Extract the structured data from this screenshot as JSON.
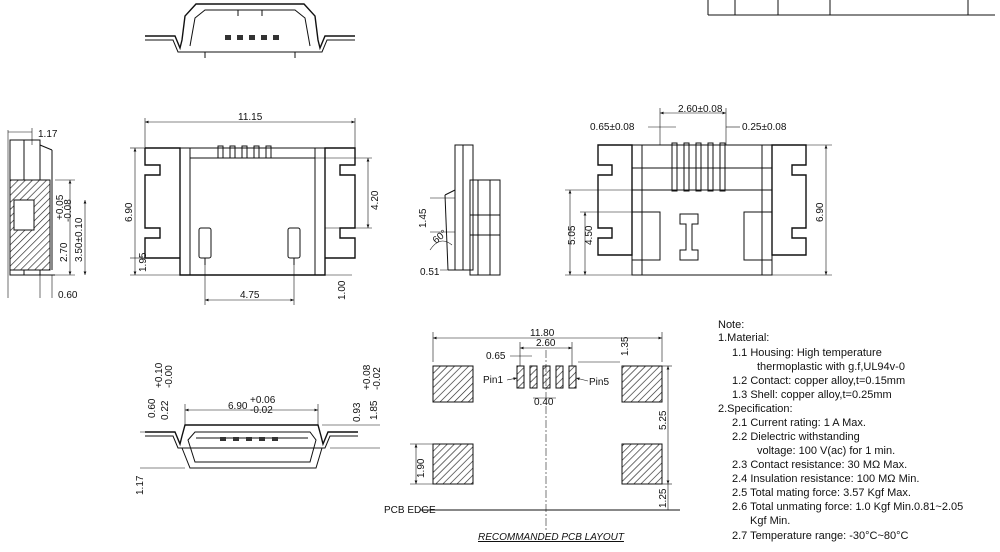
{
  "top_view_dims": {
    "d_1115": "11.15",
    "d_690": "6.90",
    "d_420": "4.20",
    "d_195": "1.95",
    "d_475": "4.75",
    "d_100": "1.00"
  },
  "left_view_dims": {
    "d_117": "1.17",
    "d_060": "0.60",
    "d_270": "2.70",
    "d_plus005": "+0.05",
    "d_minus008": "-0.08",
    "d_350": "3.50±0.10"
  },
  "side_view_dims": {
    "d_145": "1.45",
    "d_60deg": "60°",
    "d_051": "0.51"
  },
  "right_view_dims": {
    "d_260": "2.60±0.08",
    "d_065": "0.65±0.08",
    "d_025": "0.25±0.08",
    "d_505": "5.05",
    "d_450": "4.50",
    "d_690": "6.90"
  },
  "front_view_dims": {
    "d_690": "6.90",
    "d_690_tol_plus": "+0.06",
    "d_690_tol_minus": "-0.02",
    "d_060": "0.60",
    "d_022": "0.22",
    "d_022_tol_plus": "+0.10",
    "d_022_tol_minus": "-0.00",
    "d_093": "0.93",
    "d_185": "1.85",
    "d_185_tol_plus": "+0.08",
    "d_185_tol_minus": "-0.02",
    "d_117": "1.17"
  },
  "pcb_layout": {
    "d_1180": "11.80",
    "d_260": "2.60",
    "d_065": "0.65",
    "d_135": "1.35",
    "d_040": "0.40",
    "d_525": "5.25",
    "d_190": "1.90",
    "d_125": "1.25",
    "pin1": "Pin1",
    "pin5": "Pin5",
    "pcb_edge": "PCB EDGE",
    "caption": "RECOMMANDED PCB LAYOUT"
  },
  "notes": {
    "heading": "Note:",
    "lines": [
      "1.Material:",
      "1.1 Housing: High temperature",
      "thermoplastic with g.f,UL94v-0",
      "1.2 Contact: copper alloy,t=0.15mm",
      "1.3 Shell: copper alloy,t=0.25mm",
      "2.Specification:",
      "2.1 Current rating: 1 A Max.",
      "2.2 Dielectric withstanding",
      "voltage: 100 V(ac) for 1 min.",
      "2.3 Contact resistance: 30 MΩ Max.",
      "2.4 Insulation resistance: 100 MΩ Min.",
      "2.5 Total mating force: 3.57 Kgf Max.",
      "2.6 Total unmating force: 1.0 Kgf Min.0.81~2.05",
      "Kgf Min.",
      "2.7 Temperature range: -30°C~80°C"
    ]
  }
}
